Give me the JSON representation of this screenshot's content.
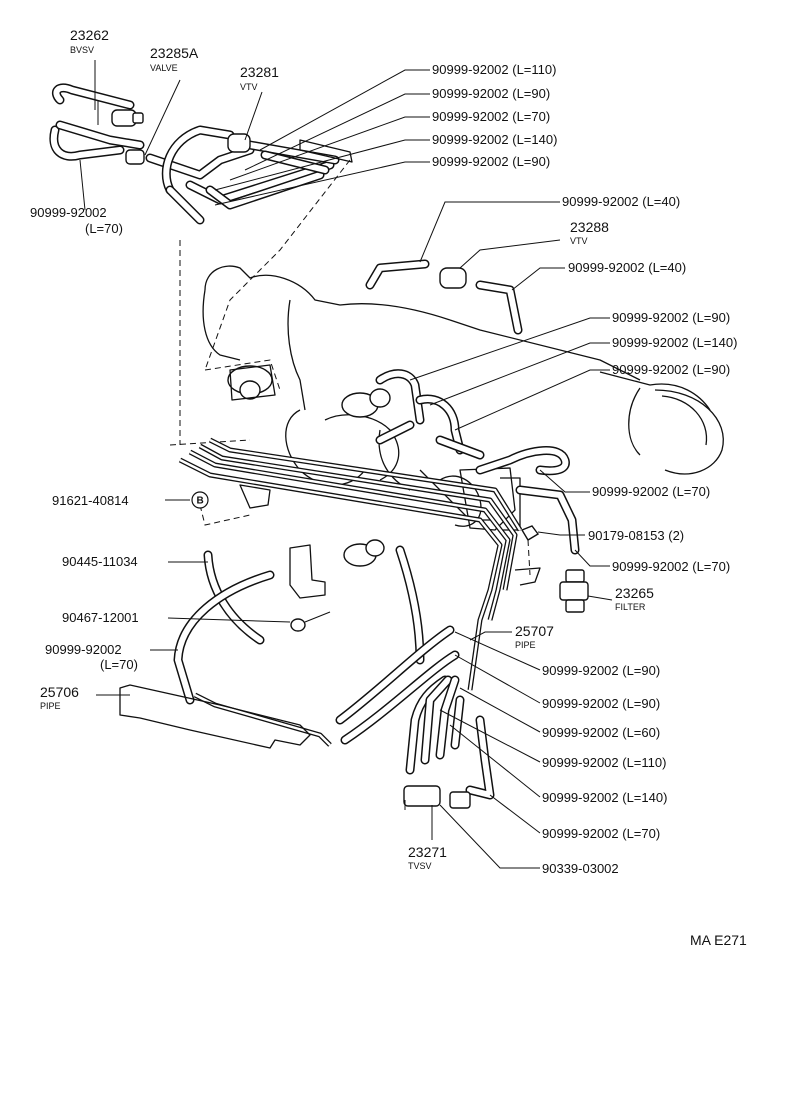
{
  "parts": {
    "p23262": {
      "number": "23262",
      "name": "BVSV"
    },
    "p23285a": {
      "number": "23285A",
      "name": "VALVE"
    },
    "p23281": {
      "number": "23281",
      "name": "VTV"
    },
    "p23288": {
      "number": "23288",
      "name": "VTV"
    },
    "p23265": {
      "number": "23265",
      "name": "FILTER"
    },
    "p25707": {
      "number": "25707",
      "name": "PIPE"
    },
    "p25706": {
      "number": "25706",
      "name": "PIPE"
    },
    "p23271": {
      "number": "23271",
      "name": "TVSV"
    }
  },
  "callouts": {
    "hose_l110_top": "90999-92002 (L=110)",
    "hose_l90_top": "90999-92002 (L=90)",
    "hose_l70_top": "90999-92002 (L=70)",
    "hose_l140_top": "90999-92002 (L=140)",
    "hose_l90_top2": "90999-92002 (L=90)",
    "hose_left_code": "90999-92002",
    "hose_left_len": "(L=70)",
    "hose_l40_a": "90999-92002 (L=40)",
    "hose_l40_b": "90999-92002 (L=40)",
    "hose_l90_mid": "90999-92002 (L=90)",
    "hose_l140_mid": "90999-92002 (L=140)",
    "hose_l90_mid2": "90999-92002 (L=90)",
    "hose_l70_mid": "90999-92002 (L=70)",
    "bolt_91621": "91621-40814",
    "marker_b": "B",
    "clip_90179": "90179-08153 (2)",
    "hose_l70_filter": "90999-92002 (L=70)",
    "hose_90445": "90445-11034",
    "clamp_90467": "90467-12001",
    "hose_left2_code": "90999-92002",
    "hose_left2_len": "(L=70)",
    "hose_l90_low": "90999-92002 (L=90)",
    "hose_l90_low2": "90999-92002 (L=90)",
    "hose_l60_low": "90999-92002 (L=60)",
    "hose_l110_low": "90999-92002 (L=110)",
    "hose_l140_low": "90999-92002 (L=140)",
    "hose_l70_low": "90999-92002 (L=70)",
    "connector_90339": "90339-03002"
  },
  "drawing_code": "MA E271"
}
